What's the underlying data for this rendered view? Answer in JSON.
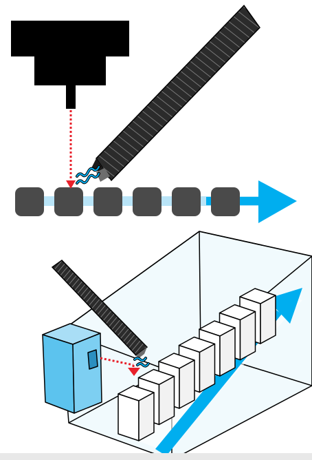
{
  "diagram": {
    "top_panel": {
      "sensor_icon": "camera-sensor-icon",
      "tool_icon": "nozzle-pen-icon",
      "item_count": 6,
      "flow_direction": "right",
      "laser_beam": "dotted-red-arrow"
    },
    "bottom_panel": {
      "housing": "transparent-box",
      "sensor_icon": "blue-sensor-block-icon",
      "tool_icon": "nozzle-pen-icon",
      "item_count": 7,
      "flow_direction": "up-right"
    }
  },
  "colors": {
    "black": "#000000",
    "item_gray": "#4a4a4a",
    "belt_light": "#b9e4f7",
    "arrow_blue": "#00aeef",
    "laser_red": "#e8212b",
    "box_fill": "#e6f5fc",
    "sensor_blue": "#7dcff2",
    "bottom_strip": "#e8e8e8"
  }
}
